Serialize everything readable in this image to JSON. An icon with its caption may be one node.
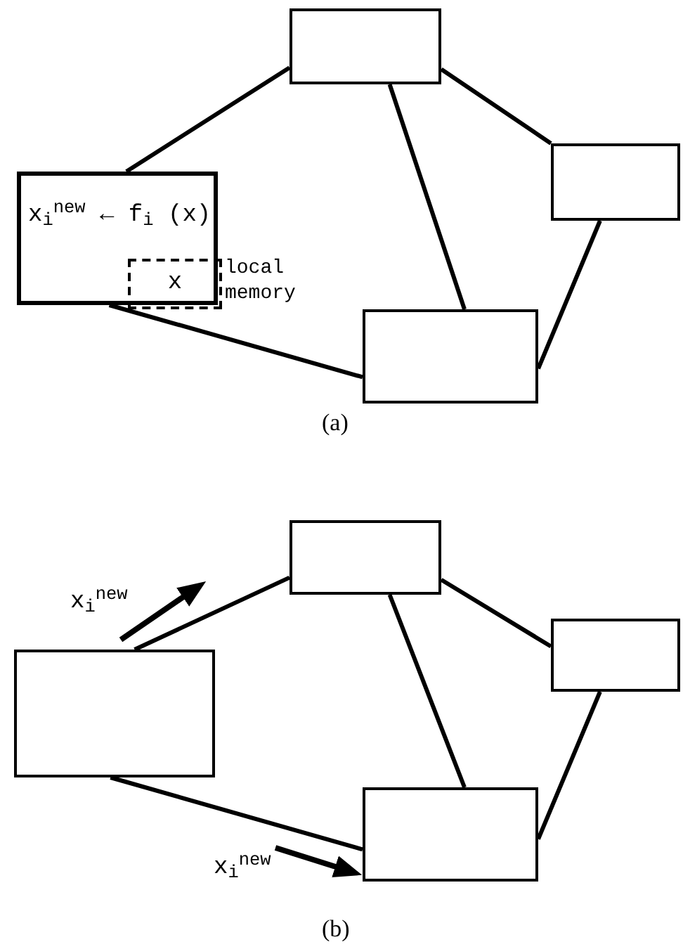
{
  "diagram": {
    "nodes": [
      {
        "text": [
          "x$_{i}$$^{new}$ ← f$_{i}$ (x)"
        ]
      },
      {
        "text": [
          "x"
        ],
        "in": 0,
        "beside": [
          "local memory"
        ]
      },
      {
        "text": [],
        "shape": "box"
      },
      {
        "text": [],
        "shape": "box"
      },
      {
        "text": [],
        "shape": "box"
      },
      {
        "text": [],
        "shape": "box"
      },
      {
        "text": [],
        "shape": "box"
      },
      {
        "text": [],
        "shape": "box"
      },
      {
        "text": [],
        "shape": "box"
      }
    ],
    "edges": [
      {
        "from": 0,
        "to": 2,
        "arrow": "none"
      },
      {
        "from": 0,
        "to": 4,
        "arrow": "none"
      },
      {
        "from": 2,
        "to": 4,
        "arrow": "none"
      },
      {
        "from": 2,
        "to": 3,
        "arrow": "none"
      },
      {
        "from": 3,
        "to": 4,
        "arrow": "none"
      },
      {
        "from": 6,
        "to": 5,
        "arrow": "none",
        "label": "x$_{i}$$^{new}$"
      },
      {
        "from": 6,
        "to": 8,
        "arrow": "none",
        "label": "x$_{i}$$^{new}$"
      },
      {
        "from": 5,
        "to": 8,
        "arrow": "none"
      },
      {
        "from": 5,
        "to": 7,
        "arrow": "none"
      },
      {
        "from": 7,
        "to": 8,
        "arrow": "none"
      }
    ],
    "labels": [
      "(a)",
      "(b)"
    ]
  }
}
